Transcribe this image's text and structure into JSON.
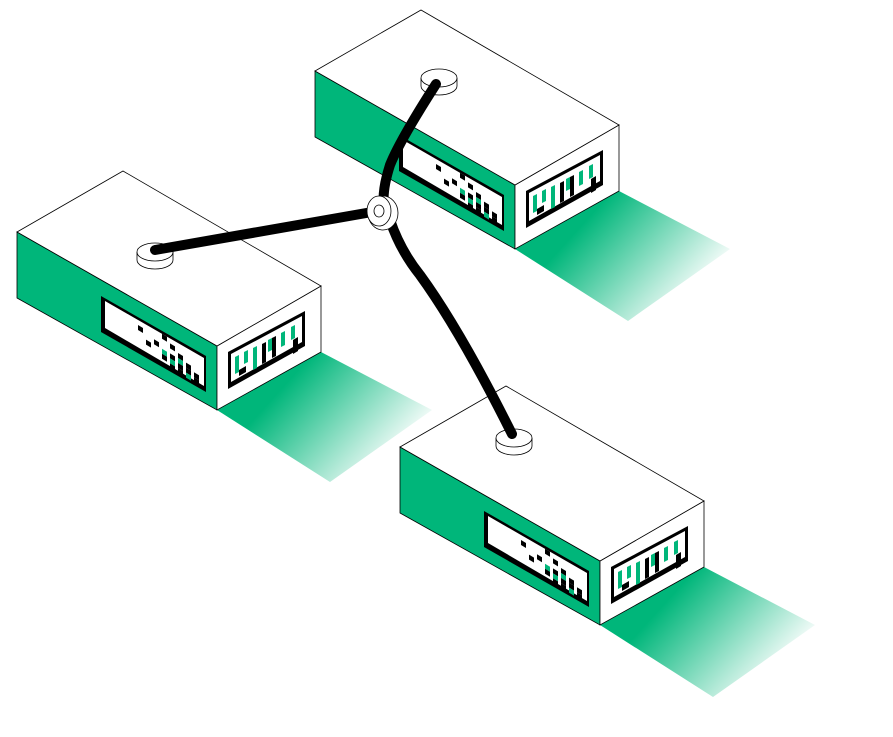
{
  "illustration": {
    "subject": "network",
    "node_count": 3,
    "colors": {
      "accent": "#00b67a",
      "outline": "#000000",
      "face": "#ffffff"
    },
    "front_panel_pattern": [
      [
        0,
        0,
        0,
        1,
        0,
        0,
        0,
        0
      ],
      [
        1,
        0,
        0,
        0,
        1,
        0,
        0,
        0
      ],
      [
        0,
        0,
        1,
        0,
        0,
        1,
        0,
        0
      ],
      [
        0,
        1,
        0,
        2,
        1,
        2,
        1,
        0
      ],
      [
        0,
        0,
        0,
        1,
        2,
        1,
        1,
        1
      ],
      [
        0,
        0,
        0,
        0,
        1,
        1,
        2,
        1
      ]
    ]
  }
}
